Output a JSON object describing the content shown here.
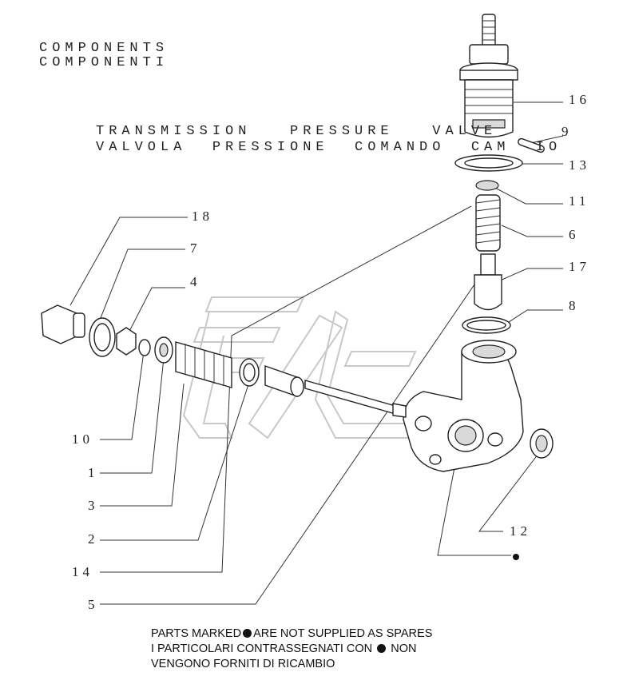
{
  "header": {
    "line1": "COMPONENTS",
    "line2": "COMPONENTI"
  },
  "title": {
    "line1": "TRANSMISSION   PRESSURE   VALVE",
    "line2": "VALVOLA  PRESSIONE  COMANDO  CAM  IO"
  },
  "callouts": {
    "p16": "16",
    "p9": "9",
    "p13": "13",
    "p11": "11",
    "p6": "6",
    "p17": "17",
    "p8": "8",
    "p18": "18",
    "p7": "7",
    "p4": "4",
    "p10": "10",
    "p1": "1",
    "p3": "3",
    "p2": "2",
    "p14": "14",
    "p5": "5",
    "p12": "12"
  },
  "note": {
    "en_before": "PARTS MARKED",
    "en_after": "ARE NOT SUPPLIED AS SPARES",
    "it_before": "I PARTICOLARI CONTRASSEGNATI CON",
    "it_after": "NON",
    "it_line2": "VENGONO FORNITI DI RICAMBIO"
  },
  "colors": {
    "ink": "#222222",
    "watermark": "#c8c8c8",
    "background": "#ffffff"
  }
}
